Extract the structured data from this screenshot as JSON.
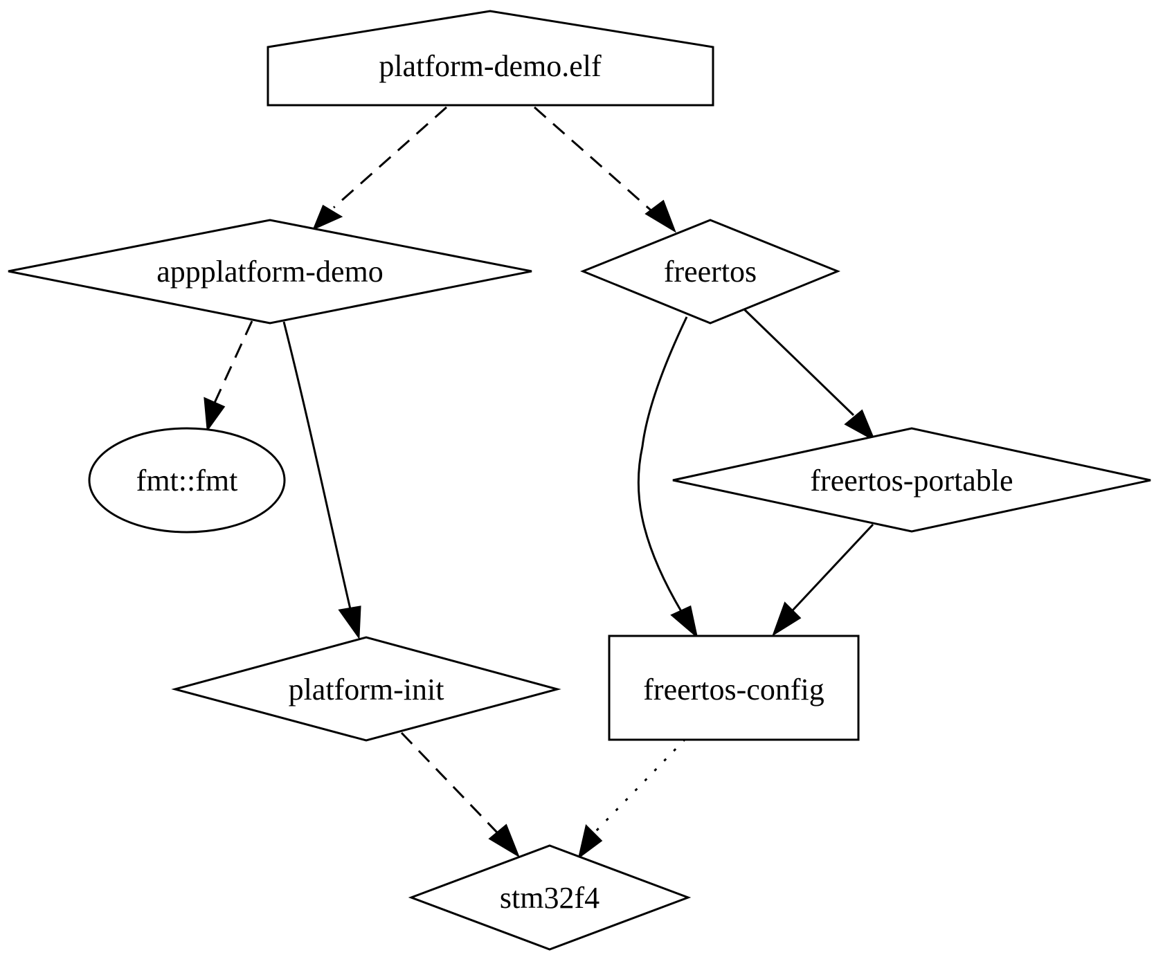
{
  "nodes": {
    "platform_demo_elf": {
      "label": "platform-demo.elf",
      "shape": "house"
    },
    "appplatform_demo": {
      "label": "appplatform-demo",
      "shape": "diamond"
    },
    "freertos": {
      "label": "freertos",
      "shape": "diamond"
    },
    "fmt_fmt": {
      "label": "fmt::fmt",
      "shape": "ellipse"
    },
    "freertos_portable": {
      "label": "freertos-portable",
      "shape": "diamond"
    },
    "platform_init": {
      "label": "platform-init",
      "shape": "diamond"
    },
    "freertos_config": {
      "label": "freertos-config",
      "shape": "box"
    },
    "stm32f4": {
      "label": "stm32f4",
      "shape": "diamond"
    }
  },
  "edges": [
    {
      "from": "platform-demo.elf",
      "to": "appplatform-demo",
      "style": "dashed"
    },
    {
      "from": "platform-demo.elf",
      "to": "freertos",
      "style": "dashed"
    },
    {
      "from": "appplatform-demo",
      "to": "fmt::fmt",
      "style": "dashed"
    },
    {
      "from": "appplatform-demo",
      "to": "platform-init",
      "style": "solid"
    },
    {
      "from": "freertos",
      "to": "freertos-portable",
      "style": "solid"
    },
    {
      "from": "freertos",
      "to": "freertos-config",
      "style": "solid"
    },
    {
      "from": "freertos-portable",
      "to": "freertos-config",
      "style": "solid"
    },
    {
      "from": "platform-init",
      "to": "stm32f4",
      "style": "dashed"
    },
    {
      "from": "freertos-config",
      "to": "stm32f4",
      "style": "dotted"
    }
  ],
  "colors": {
    "stroke": "#000000",
    "fill": "#ffffff",
    "text": "#000000"
  }
}
